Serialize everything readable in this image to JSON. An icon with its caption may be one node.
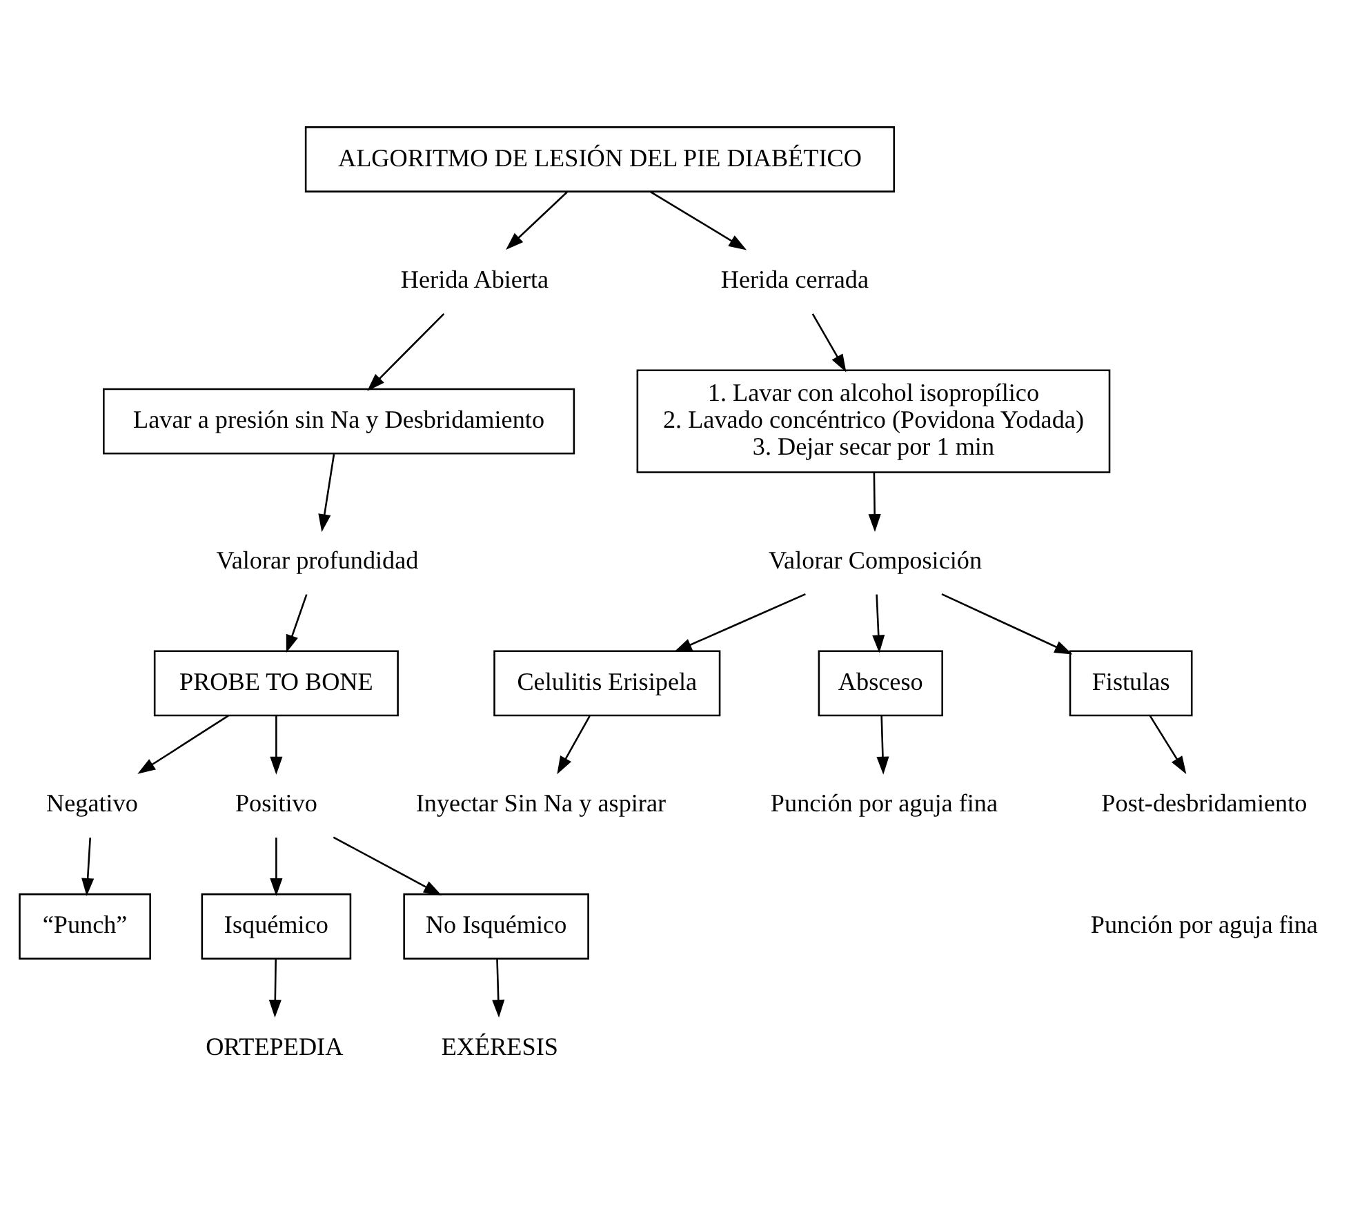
{
  "diagram": {
    "nodes": [
      {
        "text": [
          "ALGORITMO DE LESIÓN DEL PIE DIABÉTICO"
        ]
      },
      {
        "text": [
          "Herida Abierta"
        ]
      },
      {
        "text": [
          "Herida cerrada"
        ]
      },
      {
        "text": [
          "Lavar a presión sin Na y Desbridamiento"
        ]
      },
      {
        "text": [
          "1. Lavar con alcohol isopropílico",
          "2. Lavado concéntrico (Povidona Yodada)",
          "3. Dejar secar por 1 min"
        ]
      },
      {
        "text": [
          "Valorar profundidad"
        ]
      },
      {
        "text": [
          "Valorar Composición"
        ]
      },
      {
        "text": [
          "PROBE TO BONE"
        ]
      },
      {
        "text": [
          "Negativo"
        ]
      },
      {
        "text": [
          "Positivo"
        ]
      },
      {
        "text": [
          "Celulitis Erisipela"
        ]
      },
      {
        "text": [
          "Absceso"
        ]
      },
      {
        "text": [
          "Fistulas"
        ]
      },
      {
        "text": [
          "“Punch”"
        ]
      },
      {
        "text": [
          "Isquémico"
        ]
      },
      {
        "text": [
          "No Isquémico"
        ]
      },
      {
        "text": [
          "Inyectar Sin Na y aspirar"
        ]
      },
      {
        "text": [
          "Punción por aguja fina"
        ]
      },
      {
        "text": [
          "Post-desbridamiento"
        ]
      },
      {
        "text": [
          "ORTEPEDIA"
        ]
      },
      {
        "text": [
          "EXÉRESIS"
        ]
      }
    ],
    "edges": [
      {
        "from": 0,
        "to": 1,
        "arrow": "to"
      },
      {
        "from": 0,
        "to": 2,
        "arrow": "to"
      },
      {
        "from": 1,
        "to": 3,
        "arrow": "to"
      },
      {
        "from": 2,
        "to": 4,
        "arrow": "to"
      },
      {
        "from": 3,
        "to": 5,
        "arrow": "to"
      },
      {
        "from": 4,
        "to": 6,
        "arrow": "to"
      },
      {
        "from": 5,
        "to": 7,
        "arrow": "to"
      },
      {
        "from": 6,
        "to": 10,
        "arrow": "to"
      },
      {
        "from": 6,
        "to": 11,
        "arrow": "to"
      },
      {
        "from": 6,
        "to": 12,
        "arrow": "to"
      },
      {
        "from": 7,
        "to": 8,
        "arrow": "to"
      },
      {
        "from": 7,
        "to": 9,
        "arrow": "to"
      },
      {
        "from": 8,
        "to": 13,
        "arrow": "to"
      },
      {
        "from": 9,
        "to": 14,
        "arrow": "to"
      },
      {
        "from": 9,
        "to": 15,
        "arrow": "to"
      },
      {
        "from": 10,
        "to": 16,
        "arrow": "to"
      },
      {
        "from": 11,
        "to": 17,
        "arrow": "to"
      },
      {
        "from": 12,
        "to": 18,
        "arrow": "to"
      },
      {
        "from": 14,
        "to": 19,
        "arrow": "to"
      },
      {
        "from": 15,
        "to": 20,
        "arrow": "to"
      }
    ],
    "labels": [
      "Punción por aguja fina"
    ]
  }
}
